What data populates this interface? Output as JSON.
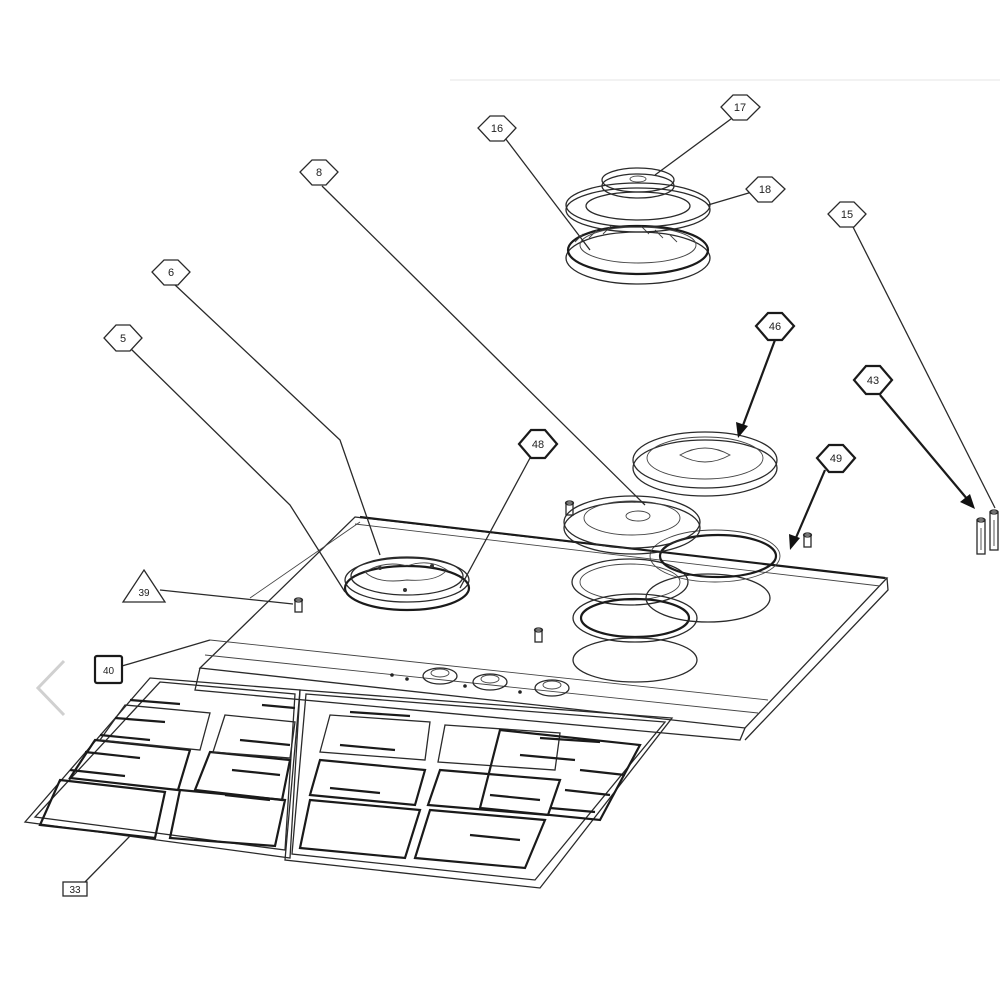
{
  "callouts": [
    {
      "id": "c17",
      "label": "17",
      "shape": "hexagon"
    },
    {
      "id": "c16",
      "label": "16",
      "shape": "hexagon"
    },
    {
      "id": "c18",
      "label": "18",
      "shape": "hexagon"
    },
    {
      "id": "c8",
      "label": "8",
      "shape": "hexagon"
    },
    {
      "id": "c15",
      "label": "15",
      "shape": "hexagon"
    },
    {
      "id": "c6",
      "label": "6",
      "shape": "hexagon"
    },
    {
      "id": "c46",
      "label": "46",
      "shape": "hexagon"
    },
    {
      "id": "c5",
      "label": "5",
      "shape": "hexagon"
    },
    {
      "id": "c43",
      "label": "43",
      "shape": "hexagon"
    },
    {
      "id": "c48",
      "label": "48",
      "shape": "hexagon"
    },
    {
      "id": "c49",
      "label": "49",
      "shape": "hexagon"
    },
    {
      "id": "c39",
      "label": "39",
      "shape": "triangle"
    },
    {
      "id": "c40",
      "label": "40",
      "shape": "square"
    },
    {
      "id": "c33",
      "label": "33",
      "shape": "rectangle"
    }
  ],
  "navigation": {
    "prev_icon": "chevron-left-icon"
  },
  "colors": {
    "line": "#2a2a2a",
    "background": "#ffffff",
    "nav_arrow": "#d0d0d0"
  }
}
